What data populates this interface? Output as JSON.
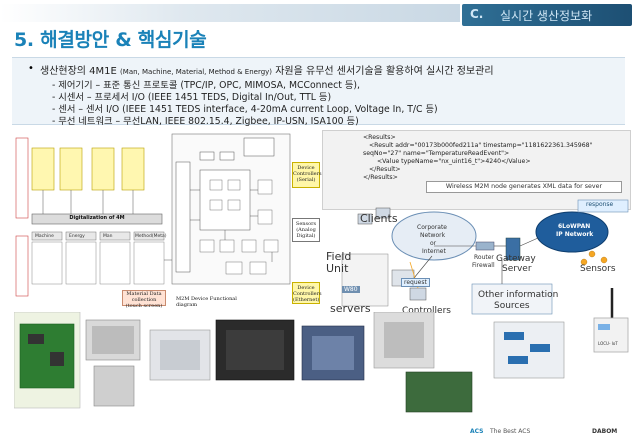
{
  "header": {
    "section_code": "C.",
    "section_name": "실시간 생산정보화",
    "page_title": "5.  해결방안 & 핵심기술"
  },
  "bullets": {
    "main_prefix": "생산현장의 4M1E",
    "main_small": "(Man, Machine, Material, Method & Energy)",
    "main_suffix": "자원을 유무선 센서기술을 활용하여 실시간 정보관리",
    "sub": [
      "- 제어기기 – 표준 통신 프로토콜 (TPC/IP, OPC, MIMOSA, MCConnect 등),",
      "- 시센서 – 프로세서 I/O (IEEE 1451 TEDS, Digital In/Out, TTL 등)",
      "- 센서 – 센서 I/O (IEEE 1451 TEDS interface, 4-20mA current Loop, Voltage In, T/C 등)",
      "- 무선 네트워크 – 무선LAN, IEEE 802.15.4, Zigbee, IP-USN, ISA100 등)"
    ]
  },
  "left_diagram": {
    "digitalization_label": "Digitalization of 4M",
    "bottom_columns": [
      "Machine",
      "Energy",
      "Man",
      "Method(Meta)"
    ],
    "callout_device_serial": "Device Controllers (Serial)",
    "callout_sensors": "Sensors (Analog Digital)",
    "callout_device_ethernet": "Device Controllers (Ethernet)",
    "callout_material": "Material Data collection (touch screen)",
    "m2m_label": "M2M Device Functional diagram"
  },
  "right_diagram": {
    "xml_lines": [
      "<Results>",
      "<Result addr=\"00173b000fed211a\" timestamp=\"1181622361.345968\"",
      "seqNo=\"27\" name=\"TemperatureReadEvent\">",
      "<Value typeName=\"nx_uint16_t\">4240</Value>",
      "</Result>",
      "</Results>"
    ],
    "caption": "Wireless M2M node generates XML data for sever",
    "clients": "Clients",
    "corporate": "Corporate",
    "network": "Network",
    "or": "or",
    "internet": "Internet",
    "field_unit": "Field",
    "field_unit2": "Unit",
    "servers": "servers",
    "controllers": "Controllers",
    "request": "request",
    "response": "response",
    "router": "Router",
    "firewall": "Firewall",
    "gateway": "Gateway",
    "server": "Server",
    "sixlowpan": "6LoWPAN",
    "ip_network": "IP Network",
    "sensors": "Sensors",
    "other_info": "Other information",
    "sources": "Sources",
    "w80": "W80"
  },
  "photos": {
    "device_caption": "LOCU- IoT"
  },
  "footer": {
    "acs": "ACS",
    "best": "The Best ACS",
    "dabom": "DABOM"
  }
}
